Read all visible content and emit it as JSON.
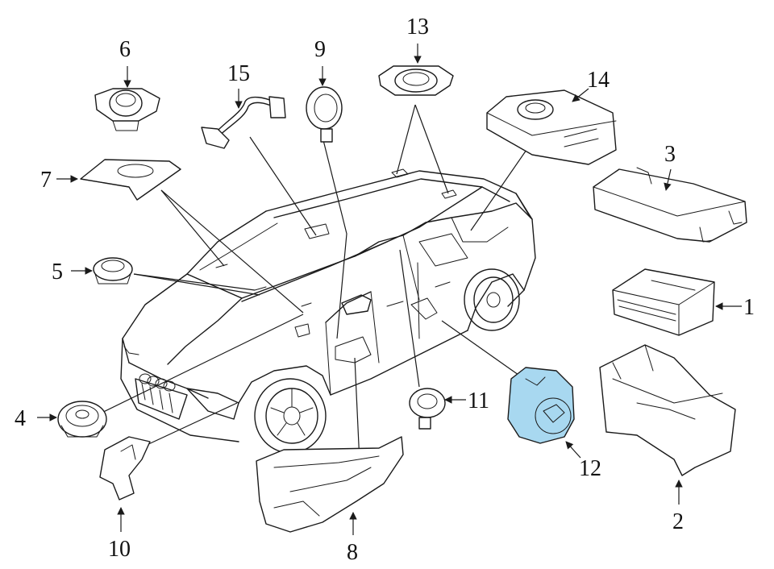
{
  "diagram": {
    "highlight_color": "#a8d8f0",
    "line_color": "#1a1a1a",
    "callouts": [
      {
        "id": "1",
        "label": "1"
      },
      {
        "id": "2",
        "label": "2"
      },
      {
        "id": "3",
        "label": "3"
      },
      {
        "id": "4",
        "label": "4"
      },
      {
        "id": "5",
        "label": "5"
      },
      {
        "id": "6",
        "label": "6"
      },
      {
        "id": "7",
        "label": "7"
      },
      {
        "id": "8",
        "label": "8"
      },
      {
        "id": "9",
        "label": "9"
      },
      {
        "id": "10",
        "label": "10"
      },
      {
        "id": "11",
        "label": "11"
      },
      {
        "id": "12",
        "label": "12"
      },
      {
        "id": "13",
        "label": "13"
      },
      {
        "id": "14",
        "label": "14"
      },
      {
        "id": "15",
        "label": "15"
      }
    ],
    "highlighted_part": "12"
  }
}
